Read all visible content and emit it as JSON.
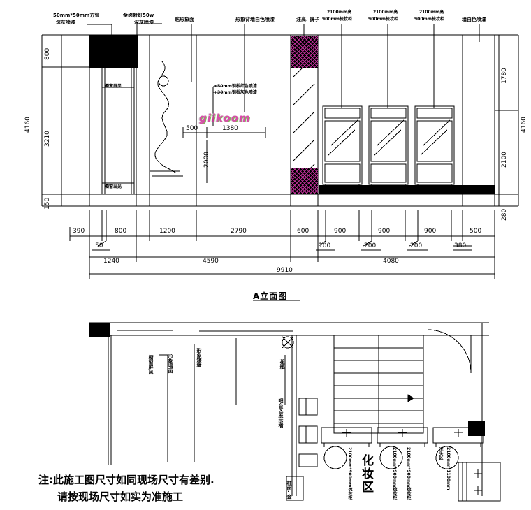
{
  "drawing": {
    "elevation_title": "A立面图",
    "note_line1": "注:此施工图尺寸如同现场尺寸有差别.",
    "note_line2": "请按现场尺寸如实为准施工",
    "watermark": "giikoom",
    "watermark_colors": {
      "magenta": "#d12f9a",
      "green": "#6cae3a"
    }
  },
  "top_labels": [
    {
      "id": "steel-tube",
      "line1": "50mm*50mm方管",
      "line2": "深灰喷漆"
    },
    {
      "id": "spotlight",
      "line1": "金卤射灯50w",
      "line2": "深灰喷漆"
    },
    {
      "id": "image-panel",
      "line1": "贴形象面",
      "line2": ""
    },
    {
      "id": "feature-wall",
      "line1": "形象背墙白色喷漆",
      "line2": ""
    },
    {
      "id": "mirror",
      "line1": "注高. 镜子",
      "line2": ""
    },
    {
      "id": "vanity-1",
      "line1": "2100mm高",
      "line2": "900mm梳妆柜"
    },
    {
      "id": "vanity-2",
      "line1": "2100mm高",
      "line2": "900mm梳妆柜"
    },
    {
      "id": "vanity-3",
      "line1": "2100mm高",
      "line2": "900mm梳妆柜"
    },
    {
      "id": "wall-paint",
      "line1": "墙白色喷漆",
      "line2": ""
    }
  ],
  "inner_labels": {
    "window_screen": "橱窗屏风",
    "window_base": "橱窗出光",
    "callout_1": "+50mm钢板红色喷漆",
    "callout_2": "+30mm钢板灰色喷漆"
  },
  "dimensions": {
    "left_chain": [
      "800",
      "3210",
      "150"
    ],
    "left_total": "4160",
    "right_chain": [
      "1780",
      "2100",
      "280"
    ],
    "right_total": "4160",
    "bottom_row1": [
      "390",
      "800",
      "1200",
      "2790",
      "600",
      "900",
      "900",
      "900",
      "500"
    ],
    "bottom_leaders": [
      "50",
      "100",
      "200",
      "200",
      "380"
    ],
    "bottom_row2": [
      "1240",
      "4590",
      "4080"
    ],
    "overall": "9910",
    "interior": [
      "500",
      "1380",
      "2000"
    ]
  },
  "plan_labels": {
    "screen": "橱窗屏风",
    "image_wall": "形象墙面",
    "low_wall": "形象矮墙",
    "vase": "花瓶",
    "bar_display": "吧台区展示墙",
    "makeup_area": "化妆区",
    "column": "柱面. 金",
    "vanity_1": "2100mm*900mm梳妆柜",
    "vanity_2": "2100mm*900mm梳妆柜",
    "vanity_3": "2100mm*900mm梳妆柜",
    "shampoo": "2100mm*1100mm",
    "shampoo_2": "洗头区"
  }
}
